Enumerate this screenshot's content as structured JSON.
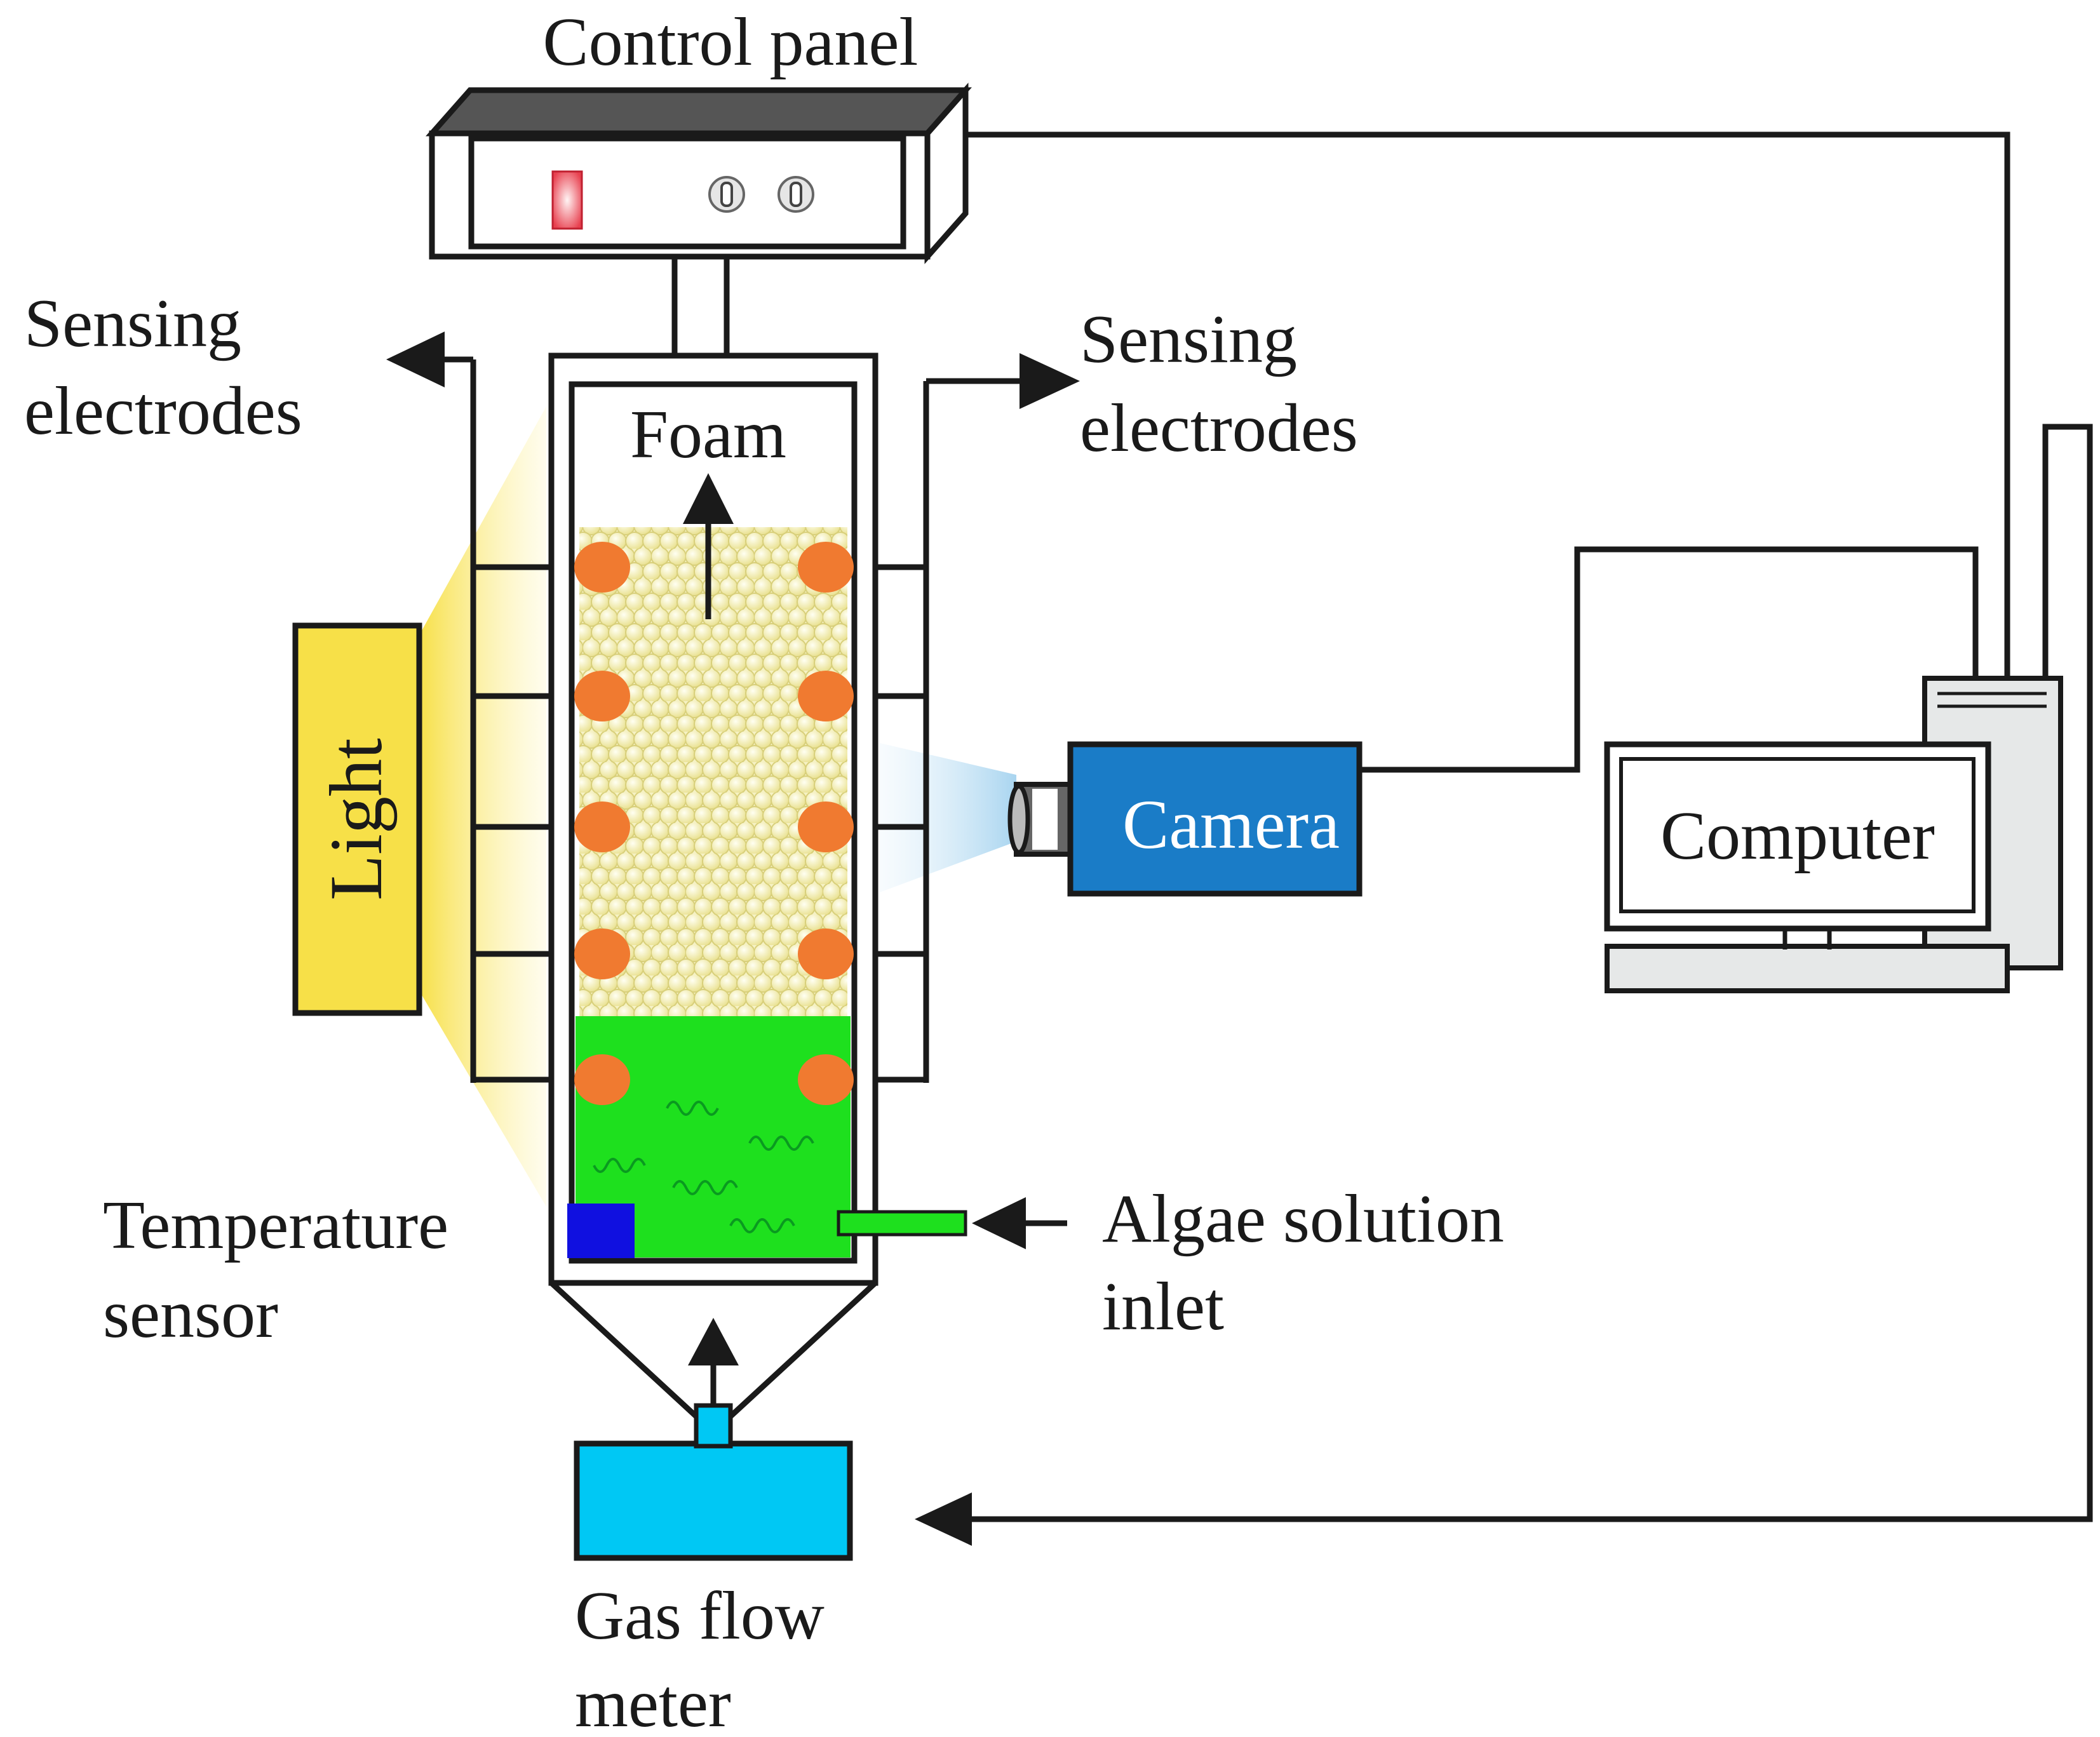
{
  "labels": {
    "control_panel": "Control panel",
    "sensing_left_1": "Sensing",
    "sensing_left_2": "electrodes",
    "sensing_right_1": "Sensing",
    "sensing_right_2": "electrodes",
    "foam": "Foam",
    "light": "Light",
    "camera": "Camera",
    "computer": "Computer",
    "temp_1": "Temperature",
    "temp_2": "sensor",
    "algae_1": "Algae solution",
    "algae_2": "inlet",
    "gas_1": "Gas flow",
    "gas_2": "meter"
  },
  "colors": {
    "light": "#f7e048",
    "camera": "#1a7cc7",
    "solution": "#1ee01e",
    "electrode": "#f07a30",
    "foam": "#f4efa8",
    "gas_meter": "#00c8f4",
    "temp_sensor": "#1010e0",
    "indicator": "#e8404f",
    "computer_tower": "#e6e8e8"
  },
  "icons": {
    "indicator": "indicator-light-icon",
    "knobs": "knob-icon",
    "flow_arrows": "arrow-icon"
  }
}
